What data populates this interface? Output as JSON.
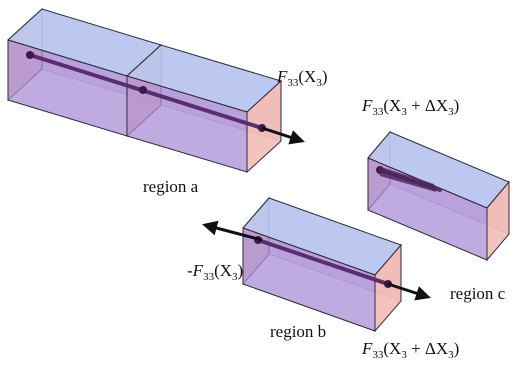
{
  "regions": {
    "a": "region a",
    "b": "region b",
    "c": "region c"
  },
  "forces": {
    "right_a": {
      "sym": "F",
      "sub": "33",
      "arg": "(X",
      "argsub": "3",
      "tail": ")"
    },
    "left_b": {
      "sign": "-",
      "sym": "F",
      "sub": "33",
      "arg": "(X",
      "argsub": "3",
      "tail": ")"
    },
    "right_b": {
      "sym": "F",
      "sub": "33",
      "arg": "(X",
      "argsub": "3",
      "tail": " + ΔX",
      "tailsub": "3",
      "end": ")"
    },
    "left_c": {
      "sym": "F",
      "sub": "33",
      "arg": "(X",
      "argsub": "3",
      "tail": " + ΔX",
      "tailsub": "3",
      "end": ")"
    }
  },
  "colors": {
    "top_face": "#b8c6f0",
    "front_face": "#a98fd6",
    "end_face": "#f2b8b0",
    "edge": "#2b2b3b",
    "rod": "#5a2e6e",
    "arrow": "#111111"
  }
}
